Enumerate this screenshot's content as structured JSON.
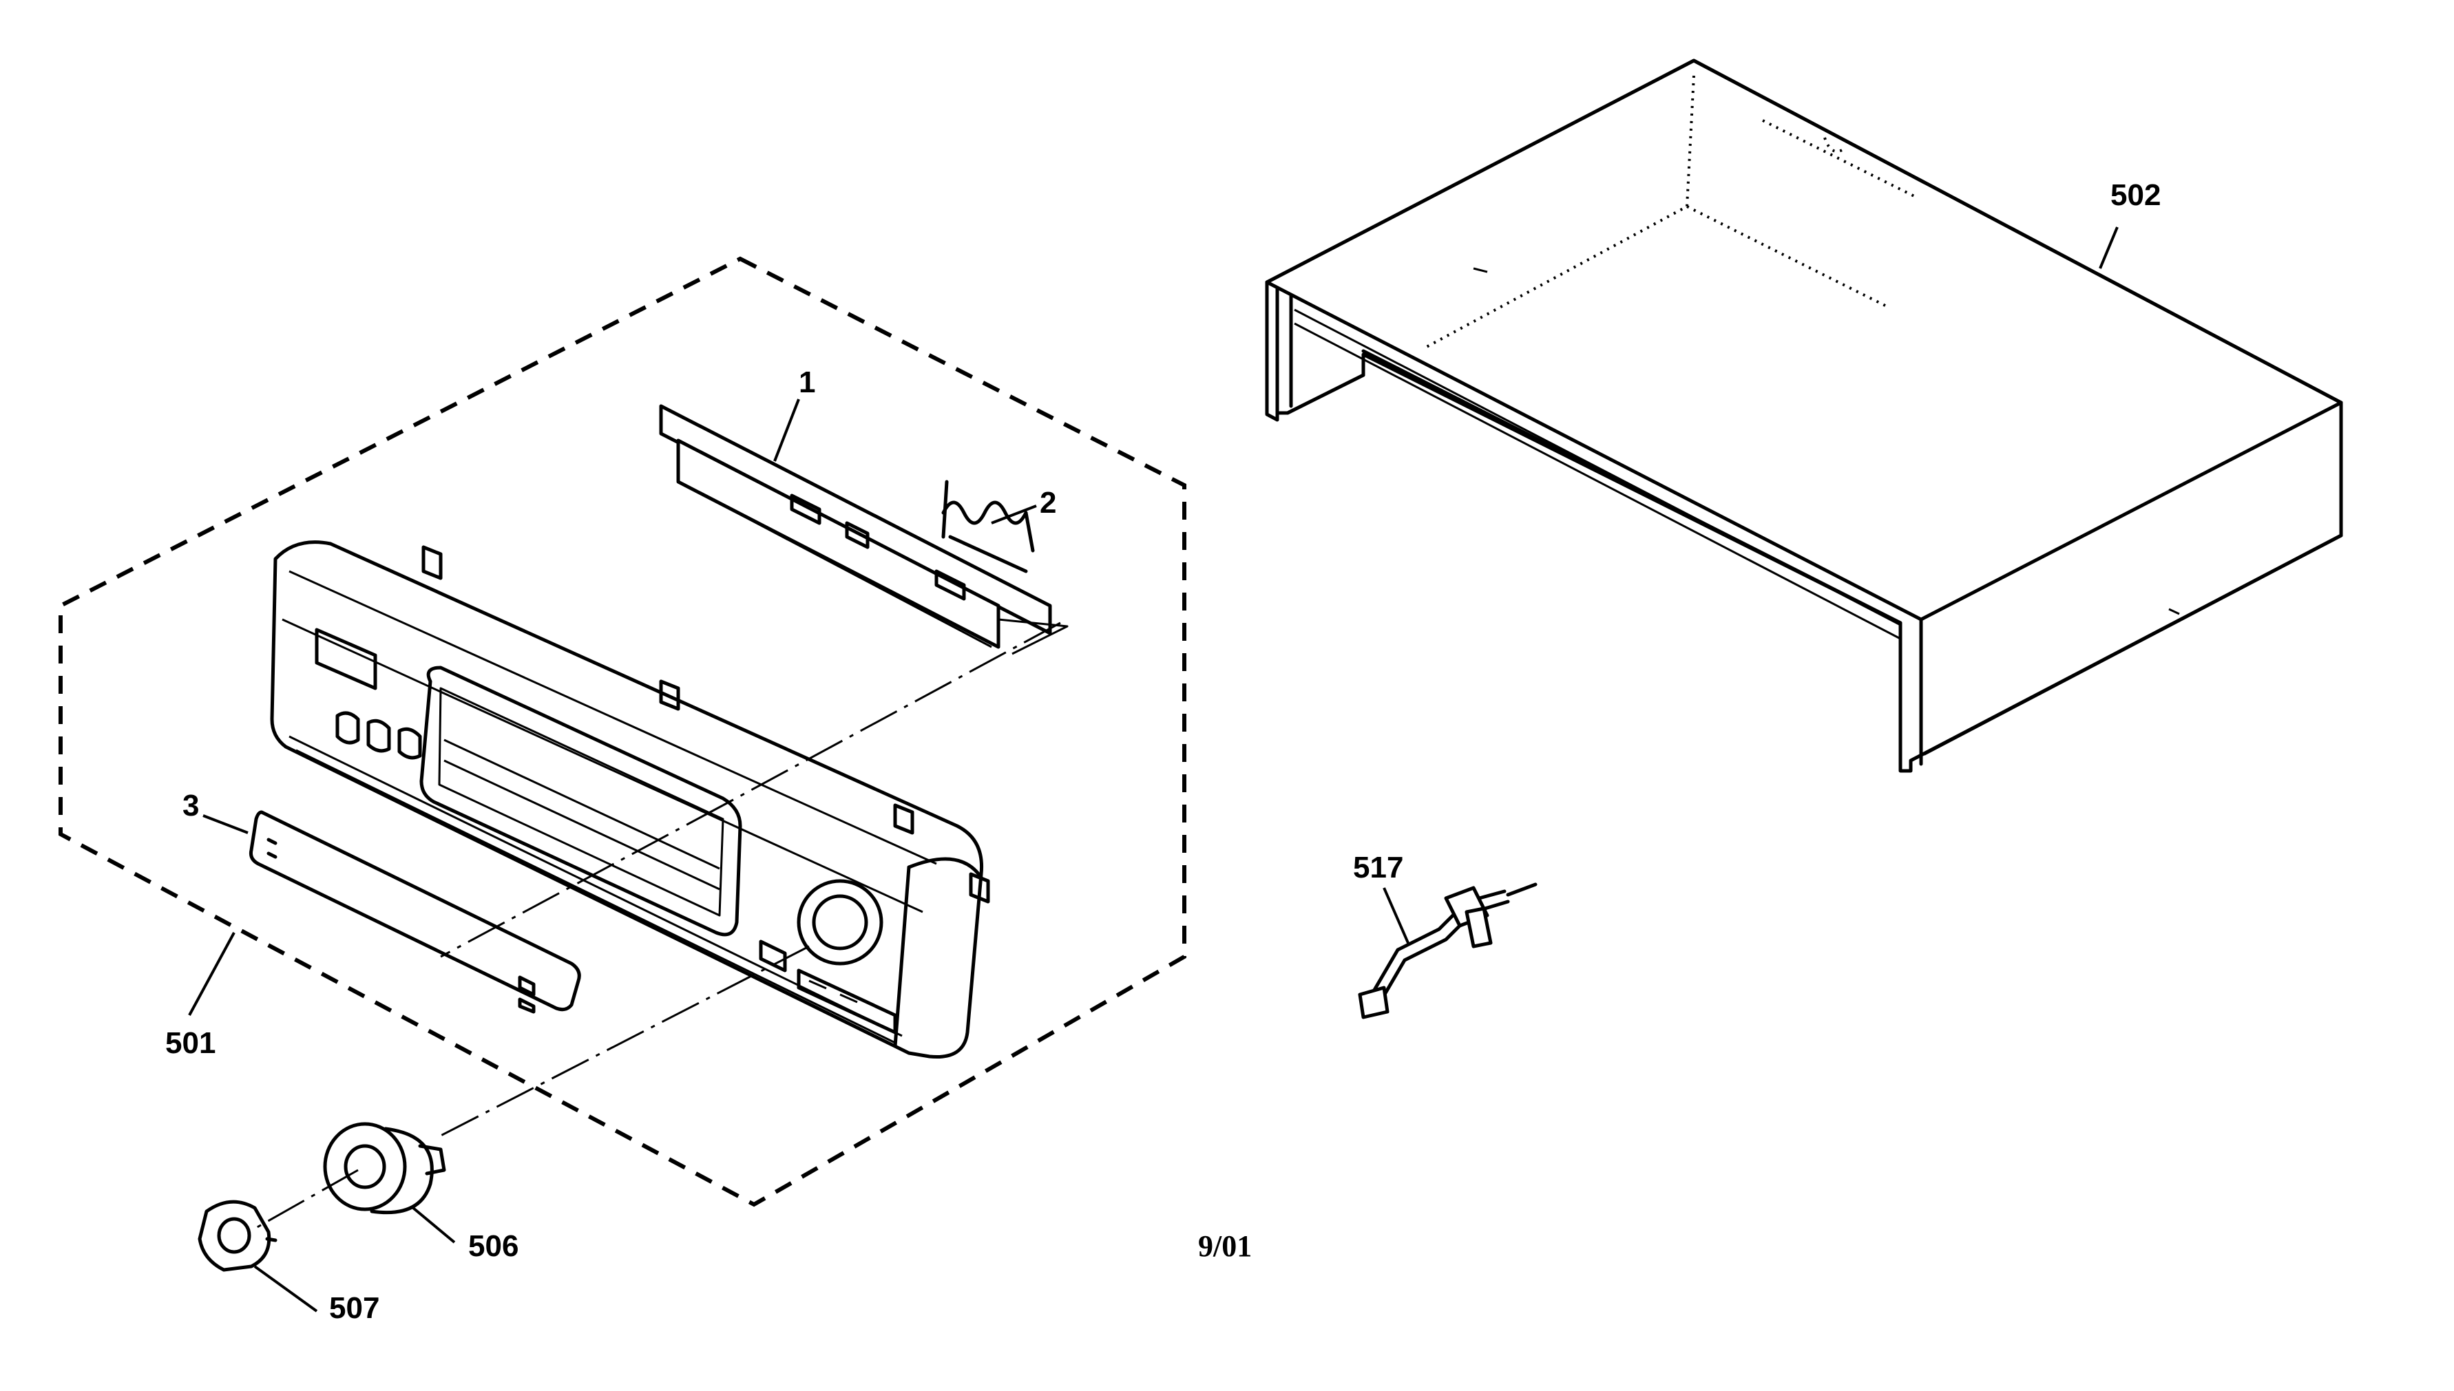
{
  "diagram": {
    "date_code": "9/01",
    "parts": [
      {
        "id": "1",
        "label": "1"
      },
      {
        "id": "2",
        "label": "2"
      },
      {
        "id": "3",
        "label": "3"
      },
      {
        "id": "501",
        "label": "501"
      },
      {
        "id": "502",
        "label": "502"
      },
      {
        "id": "506",
        "label": "506"
      },
      {
        "id": "507",
        "label": "507"
      },
      {
        "id": "517",
        "label": "517"
      }
    ]
  }
}
